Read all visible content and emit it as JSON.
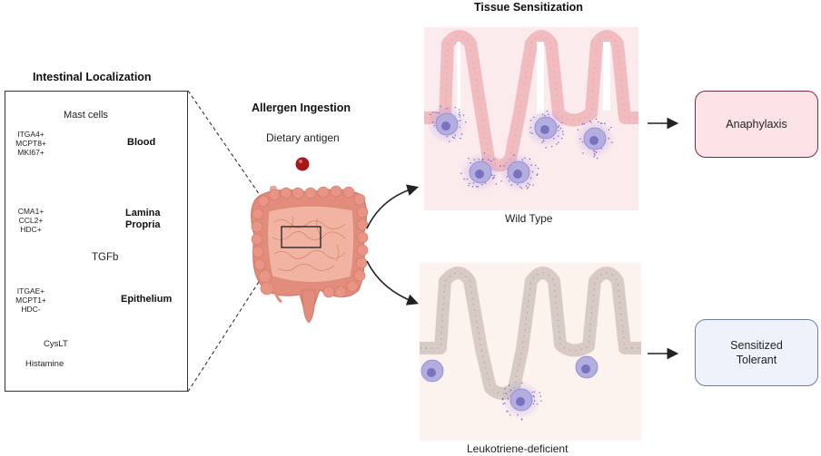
{
  "sections": {
    "localization": {
      "title": "Intestinal Localization",
      "header": "Mast cells",
      "stages": [
        {
          "markers": [
            "ITGA4+",
            "MCPT8+",
            "MKI67+"
          ],
          "location": "Blood"
        },
        {
          "markers": [
            "CMA1+",
            "CCL2+",
            "HDC+"
          ],
          "location": "Lamina Propria"
        },
        {
          "markers": [
            "ITGAE+",
            "MCPT1+",
            "HDC-"
          ],
          "location": "Epithelium"
        }
      ],
      "transition_label": "TGFb",
      "mediators": [
        {
          "name": "CysLT",
          "direction": "up",
          "count": 1
        },
        {
          "name": "Histamine",
          "direction": "down",
          "count": 3
        }
      ]
    },
    "ingestion": {
      "title": "Allergen Ingestion",
      "antigen_label": "Dietary antigen"
    },
    "sensitization": {
      "title": "Tissue Sensitization",
      "panels": [
        {
          "label": "Wild Type",
          "outcome": "Anaphylaxis"
        },
        {
          "label": "Leukotriene-deficient",
          "outcome": "Sensitized Tolerant"
        }
      ]
    }
  },
  "colors": {
    "blood_cell": "#e6e4f2",
    "lamina_cell": "#b9b3dd",
    "epithelium_cell": "#6c66a8",
    "antigen": "#a8161c",
    "wt_epithelium": "#f0bcc0",
    "wt_tissue": "#fcebec",
    "ld_epithelium": "#d8cbc6",
    "ld_tissue": "#fdf3ee",
    "anaphylaxis_fill": "#fbe3e8",
    "anaphylaxis_border": "#7a2a42",
    "tolerant_fill": "#eef2fb",
    "tolerant_border": "#6f7f9c"
  }
}
